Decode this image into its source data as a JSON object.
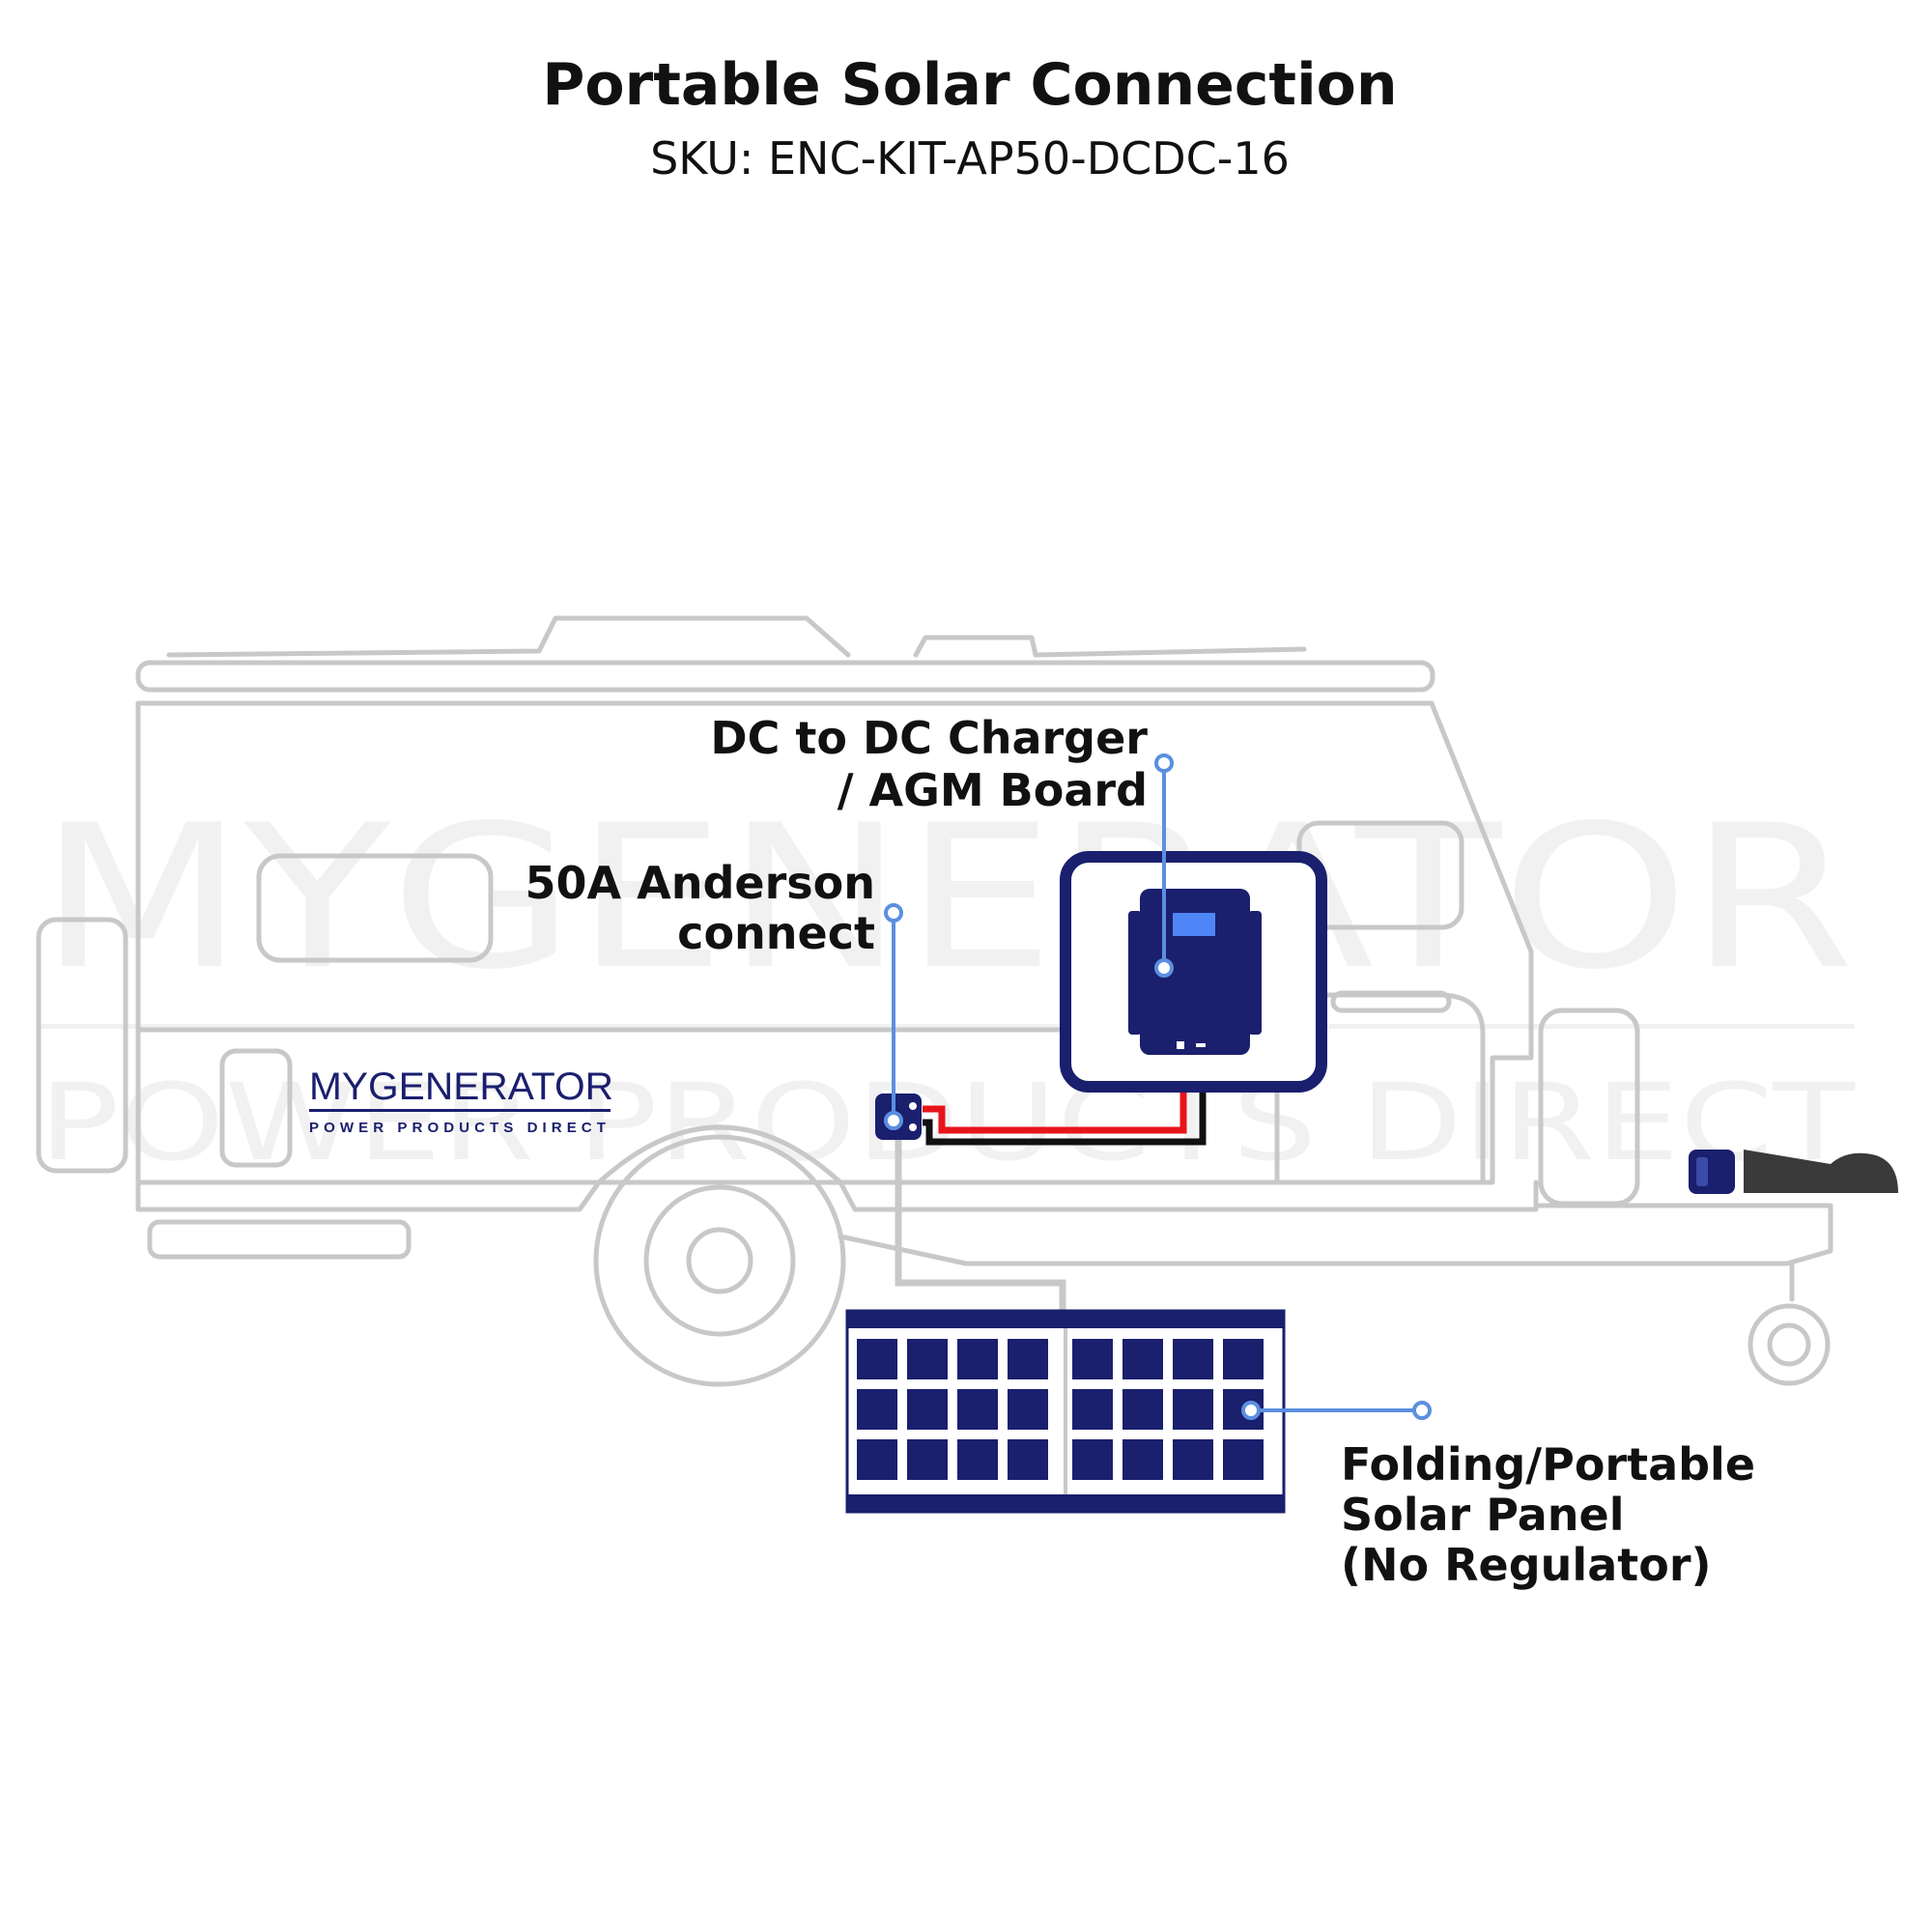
{
  "title": "Portable Solar Connection",
  "sku": "SKU: ENC-KIT-AP50-DCDC-16",
  "watermark": {
    "main": "MYGENERATOR",
    "sub": "POWER PRODUCTS DIRECT"
  },
  "logo": {
    "main": "MYGENERATOR",
    "sub": "POWER PRODUCTS DIRECT",
    "color": "#1a1f6e"
  },
  "labels": {
    "charger_line1": "DC to DC Charger",
    "charger_line2": "/ AGM Board",
    "anderson_line1": "50A Anderson",
    "anderson_line2": "connect",
    "panel_line1": "Folding/Portable",
    "panel_line2": "Solar Panel",
    "panel_line3": "(No Regulator)"
  },
  "colors": {
    "navy": "#1a1f6e",
    "leader_blue": "#5b8fe0",
    "outline_grey": "#c8c8c8",
    "wire_positive": "#e8141b",
    "wire_negative": "#111111",
    "screen_blue": "#4f86f7"
  },
  "icons": [
    "charger-icon",
    "anderson-plug-icon",
    "solar-panel-icon",
    "caravan-icon",
    "spare-plug-icon"
  ]
}
